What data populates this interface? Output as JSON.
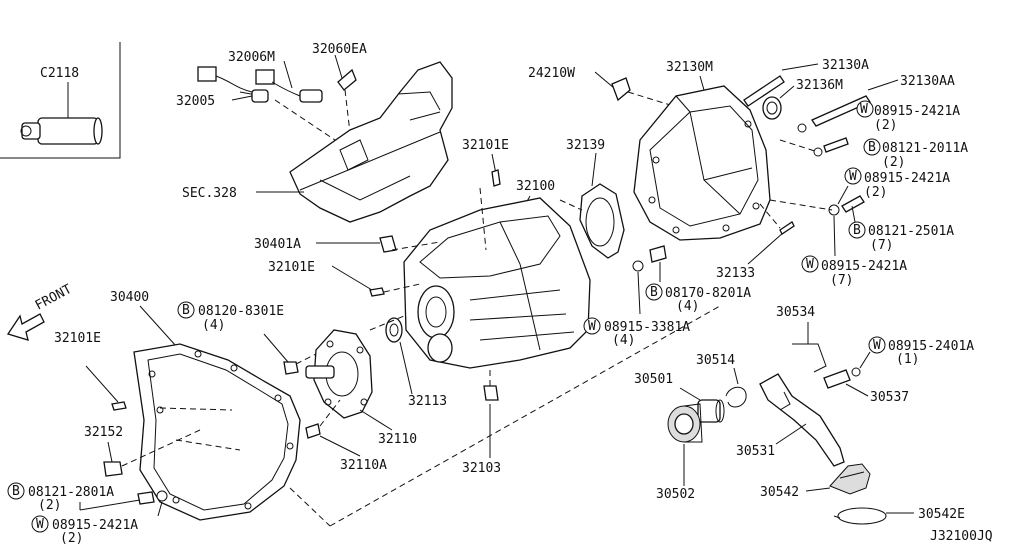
{
  "inset": {
    "label": "C2118"
  },
  "section_ref": "SEC.328",
  "front_label": "FRONT",
  "diagram_code": "J32100JQ",
  "labels": {
    "p32006M": "32006M",
    "p32060EA": "32060EA",
    "p32005": "32005",
    "p24210W": "24210W",
    "p32130M": "32130M",
    "p32130A": "32130A",
    "p32136M": "32136M",
    "p32130AA": "32130AA",
    "p32101E_a": "32101E",
    "p32139": "32139",
    "p32100": "32100",
    "p30401A": "30401A",
    "p32101E_b": "32101E",
    "p30400": "30400",
    "p32101E_c": "32101E",
    "p32113": "32113",
    "p32110": "32110",
    "p32110A": "32110A",
    "p32152": "32152",
    "p32103": "32103",
    "p32133": "32133",
    "p30534": "30534",
    "p30514": "30514",
    "p30501": "30501",
    "p30537": "30537",
    "p30531": "30531",
    "p30502": "30502",
    "p30542": "30542",
    "p30542E": "30542E"
  },
  "callouts": {
    "w1": {
      "symbol": "W",
      "number": "08915-2421A",
      "qty": "(2)"
    },
    "b1": {
      "symbol": "B",
      "number": "08121-2011A",
      "qty": "(2)"
    },
    "w2": {
      "symbol": "W",
      "number": "08915-2421A",
      "qty": "(2)"
    },
    "b2": {
      "symbol": "B",
      "number": "08121-2501A",
      "qty": "(7)"
    },
    "w3": {
      "symbol": "W",
      "number": "08915-2421A",
      "qty": "(7)"
    },
    "b3": {
      "symbol": "B",
      "number": "08170-8201A",
      "qty": "(4)"
    },
    "w4": {
      "symbol": "W",
      "number": "08915-3381A",
      "qty": "(4)"
    },
    "b4": {
      "symbol": "B",
      "number": "08120-8301E",
      "qty": "(4)"
    },
    "w5": {
      "symbol": "W",
      "number": "08915-2401A",
      "qty": "(1)"
    },
    "b5": {
      "symbol": "B",
      "number": "08121-2801A",
      "qty": "(2)"
    },
    "w6": {
      "symbol": "W",
      "number": "08915-2421A",
      "qty": "(2)"
    }
  }
}
